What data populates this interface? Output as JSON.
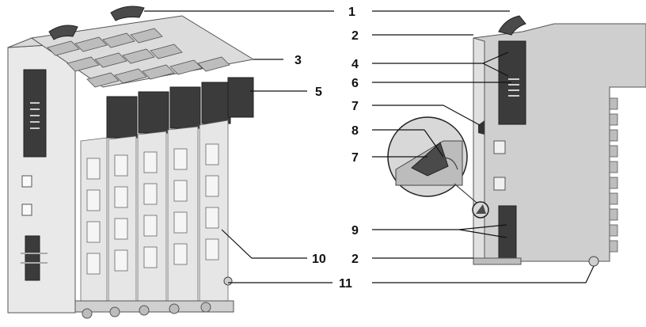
{
  "colors": {
    "housing_light": "#e6e6e6",
    "housing_mid": "#cfcfcf",
    "housing_dark": "#9a9a9a",
    "panel_dark": "#3a3a3a",
    "leader": "#111111"
  },
  "callouts": [
    {
      "id": "c1a",
      "text": "1"
    },
    {
      "id": "c2a",
      "text": "2"
    },
    {
      "id": "c3",
      "text": "3"
    },
    {
      "id": "c4",
      "text": "4"
    },
    {
      "id": "c5",
      "text": "5"
    },
    {
      "id": "c6",
      "text": "6"
    },
    {
      "id": "c7a",
      "text": "7"
    },
    {
      "id": "c8",
      "text": "8"
    },
    {
      "id": "c7b",
      "text": "7"
    },
    {
      "id": "c9",
      "text": "9"
    },
    {
      "id": "c10",
      "text": "10"
    },
    {
      "id": "c2b",
      "text": "2"
    },
    {
      "id": "c11",
      "text": "11"
    }
  ],
  "icons": [
    "module-assembly-front-view",
    "module-side-view",
    "locking-tab-detail-magnifier"
  ]
}
